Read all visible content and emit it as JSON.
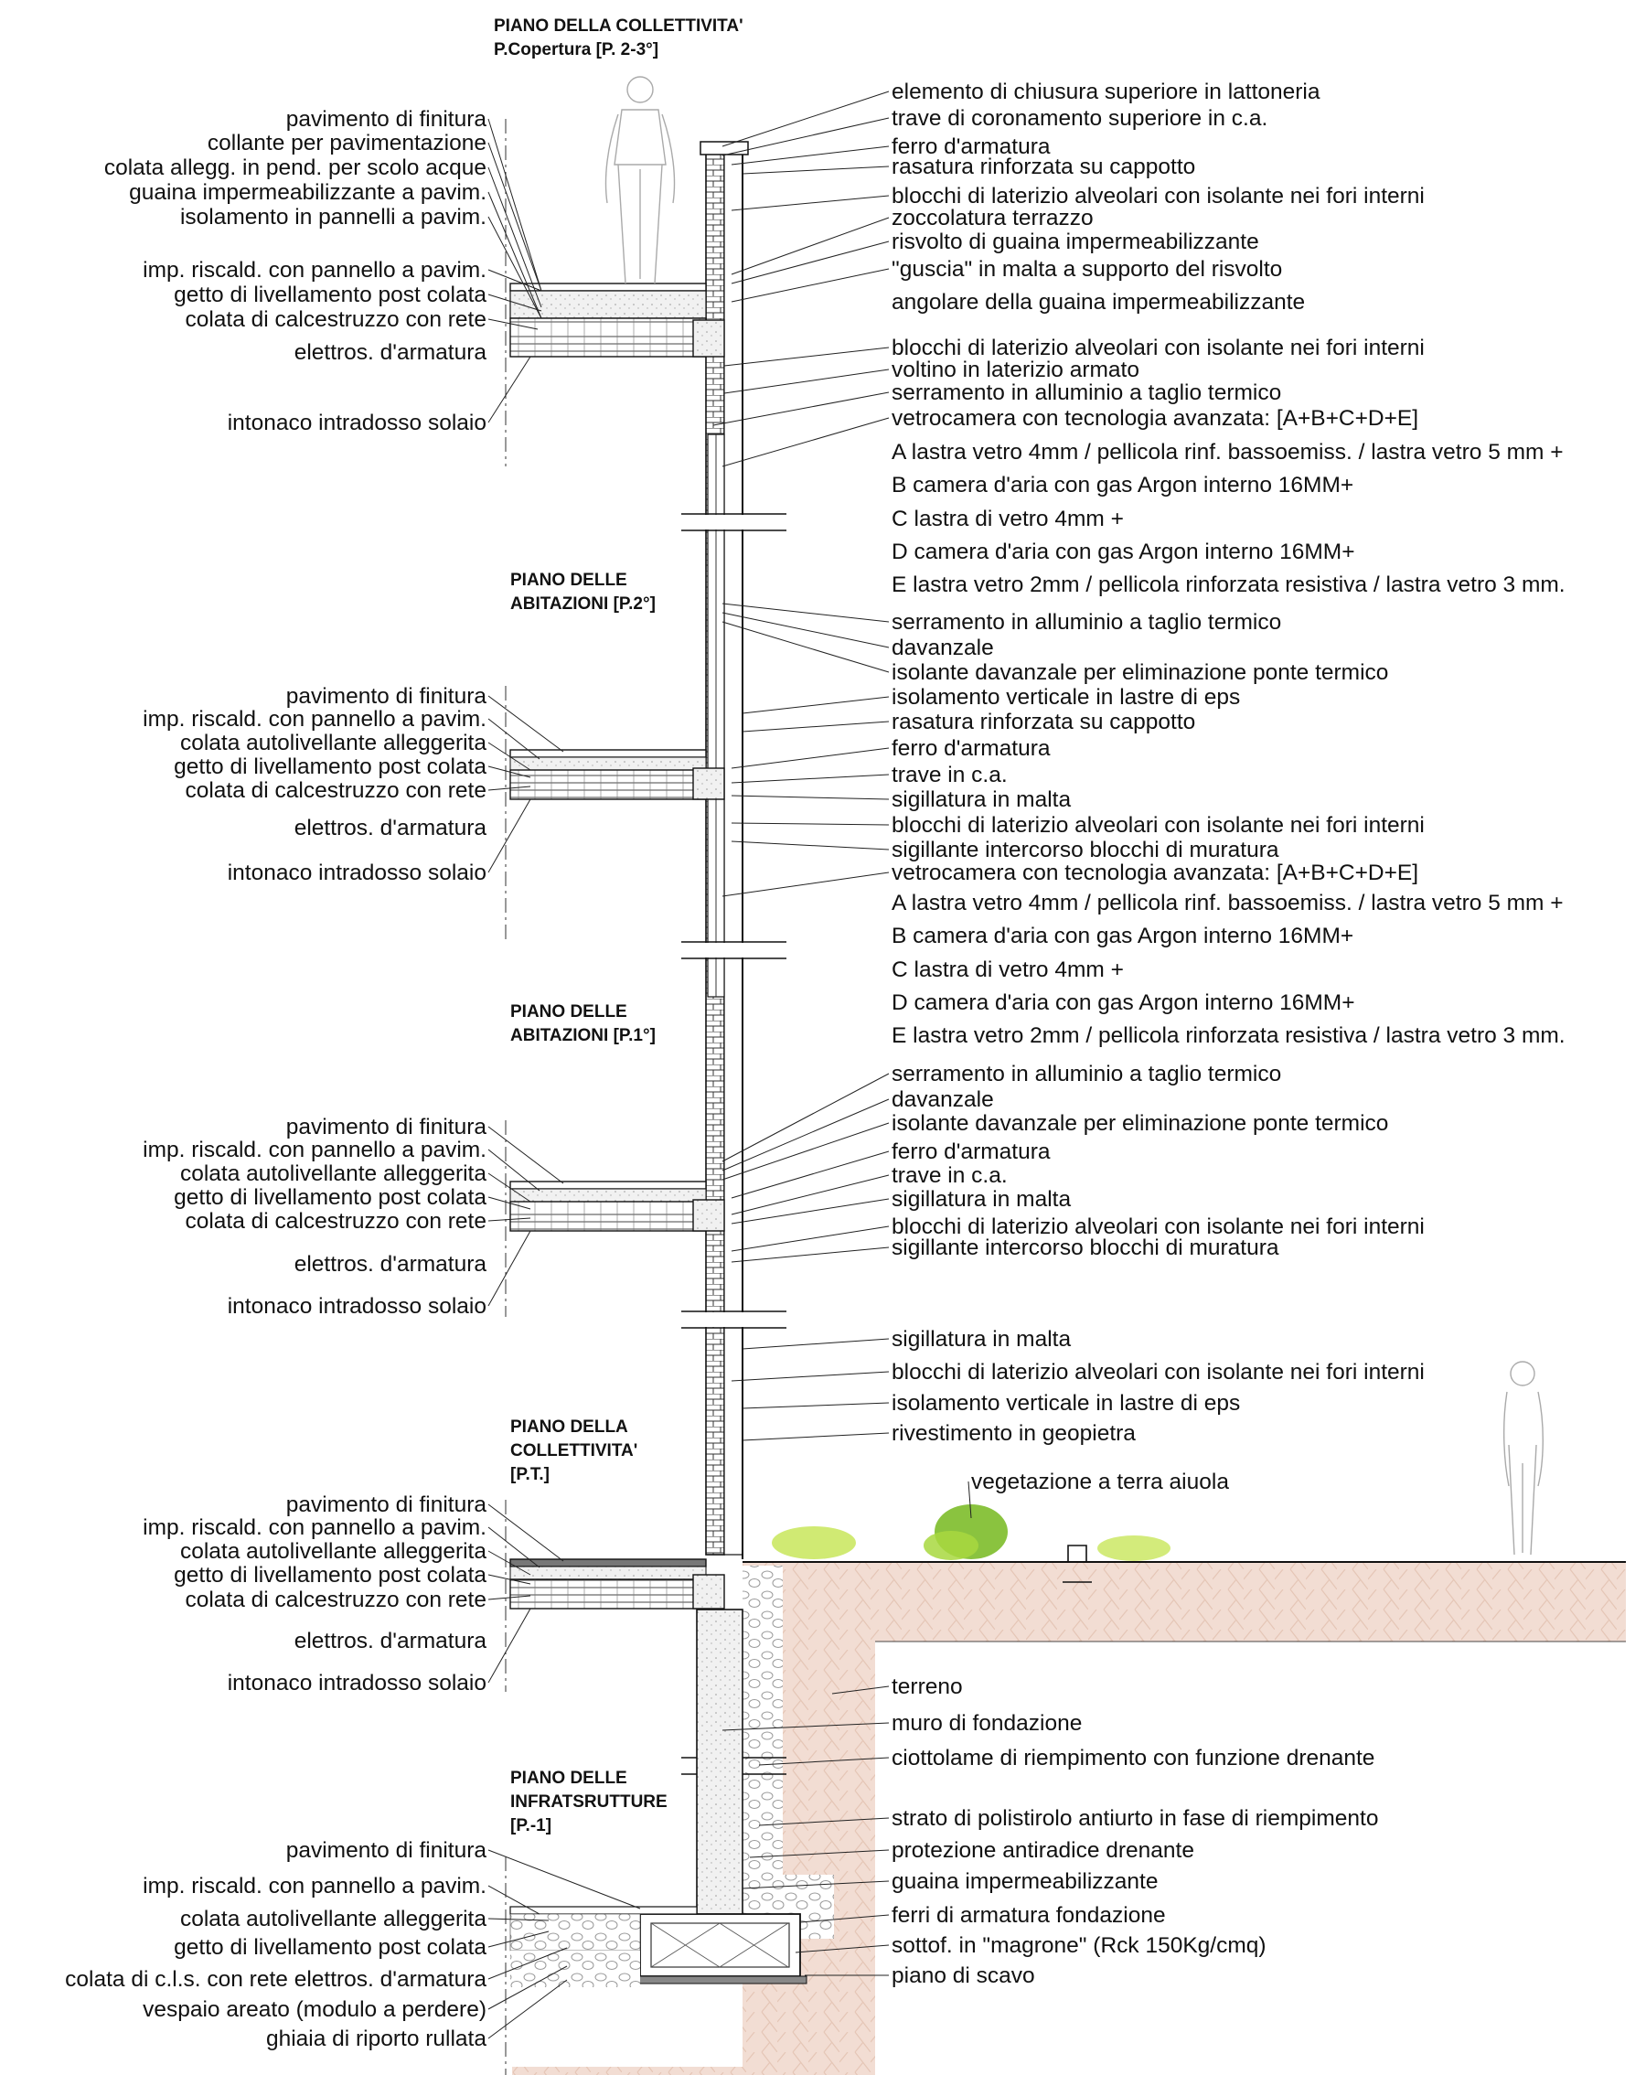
{
  "headers": [
    {
      "lines": [
        "PIANO DELLA COLLETTIVITA'",
        "P.Copertura [P. 2-3°]"
      ]
    },
    {
      "lines": [
        "PIANO DELLE",
        "ABITAZIONI [P.2°]"
      ]
    },
    {
      "lines": [
        "PIANO DELLE",
        "ABITAZIONI [P.1°]"
      ]
    },
    {
      "lines": [
        "PIANO DELLA",
        "COLLETTIVITA'",
        "[P.T.]"
      ]
    },
    {
      "lines": [
        "PIANO DELLE",
        "INFRATSRUTTURE",
        "[P.-1]"
      ]
    }
  ],
  "left_labels": [
    {
      "group": "copertura",
      "items": [
        "pavimento di finitura",
        "collante per pavimentazione",
        "colata allegg. in pend. per scolo acque",
        "guaina impermeabilizzante a pavim.",
        "isolamento  in pannelli a pavim.",
        "imp. riscald. con pannello a pavim.",
        "getto di livellamento post colata",
        "colata di calcestruzzo con rete",
        "elettros. d'armatura",
        "intonaco  intradosso solaio"
      ]
    },
    {
      "group": "piano2",
      "items": [
        "pavimento di finitura",
        "imp. riscald. con pannello a pavim.",
        "colata autolivellante alleggerita",
        "getto di livellamento post colata",
        "colata di calcestruzzo con rete",
        "elettros. d'armatura",
        "intonaco  intradosso solaio"
      ]
    },
    {
      "group": "piano1",
      "items": [
        "pavimento di finitura",
        "imp. riscald. con pannello a pavim.",
        "colata autolivellante alleggerita",
        "getto di livellamento post colata",
        "colata di calcestruzzo con rete",
        "elettros. d'armatura",
        "intonaco  intradosso solaio"
      ]
    },
    {
      "group": "pianoterra",
      "items": [
        "pavimento di finitura",
        "imp. riscald. con pannello a pavim.",
        "colata autolivellante alleggerita",
        "getto di livellamento post colata",
        "colata di calcestruzzo con rete",
        "elettros. d'armatura",
        "intonaco  intradosso solaio"
      ]
    },
    {
      "group": "interrato",
      "items": [
        "pavimento di finitura",
        "imp. riscald. con pannello a pavim.",
        "colata autolivellante alleggerita",
        "getto di livellamento post colata",
        "colata di c.l.s. con rete elettros. d'armatura",
        "vespaio areato (modulo a perdere)",
        "ghiaia di riporto rullata"
      ]
    }
  ],
  "right_labels": [
    {
      "group": "copertura",
      "items": [
        "elemento di chiusura superiore in lattoneria",
        "trave di coronamento superiore in c.a.",
        "ferro d'armatura",
        "rasatura rinforzata su cappotto",
        "blocchi di laterizio alveolari con isolante nei fori interni",
        "zoccolatura terrazzo",
        "risvolto di guaina impermeabilizzante",
        "\"guscia\" in malta a supporto del risvolto",
        "angolare della guaina impermeabilizzante",
        "blocchi di laterizio alveolari con isolante nei fori interni",
        "voltino in laterizio armato",
        "serramento in alluminio a taglio termico",
        "vetrocamera con tecnologia avanzata: [A+B+C+D+E]",
        "A lastra vetro 4mm / pellicola rinf. bassoemiss. / lastra vetro 5 mm +",
        "B camera d'aria con gas Argon interno 16MM+",
        "C lastra di vetro 4mm +",
        "D camera d'aria con gas Argon interno 16MM+",
        "E lastra vetro 2mm / pellicola rinforzata resistiva / lastra vetro 3 mm."
      ]
    },
    {
      "group": "piano2",
      "items": [
        "serramento in alluminio a taglio termico",
        "davanzale",
        "isolante davanzale per eliminazione ponte termico",
        "isolamento verticale in lastre di eps",
        "rasatura rinforzata su cappotto",
        "ferro d'armatura",
        "trave in c.a.",
        "sigillatura in malta",
        "blocchi di laterizio alveolari con isolante nei fori interni",
        "sigillante intercorso blocchi di muratura",
        "vetrocamera con tecnologia avanzata: [A+B+C+D+E]",
        "A lastra vetro 4mm / pellicola rinf. bassoemiss. / lastra vetro 5 mm +",
        "B camera d'aria con gas Argon interno 16MM+",
        "C lastra di vetro 4mm +",
        "D camera d'aria con gas Argon interno 16MM+",
        "E lastra vetro 2mm / pellicola rinforzata resistiva / lastra vetro 3 mm."
      ]
    },
    {
      "group": "piano1",
      "items": [
        "serramento in alluminio a taglio termico",
        "davanzale",
        "isolante davanzale per eliminazione ponte termico",
        "ferro d'armatura",
        "trave in c.a.",
        "sigillatura in malta",
        "blocchi di laterizio alveolari con isolante nei fori interni",
        "sigillante intercorso blocchi di muratura"
      ]
    },
    {
      "group": "pianoterra",
      "items": [
        "sigillatura in malta",
        "blocchi di laterizio alveolari con isolante nei fori interni",
        "isolamento verticale in lastre di eps",
        "rivestimento in geopietra"
      ]
    },
    {
      "group": "esterno",
      "items": [
        "vegetazione a terra aiuola"
      ]
    },
    {
      "group": "fondazione",
      "items": [
        "terreno",
        "muro di fondazione",
        "ciottolame di riempimento con funzione drenante",
        "strato di polistirolo antiurto in fase di riempimento",
        "protezione antiradice drenante",
        "guaina impermeabilizzante",
        "ferri di armatura fondazione",
        "sottof. in \"magrone\" (Rck 150Kg/cmq)",
        "piano di scavo"
      ]
    }
  ],
  "colors": {
    "ink": "#111111",
    "soil": "#f2ddd3",
    "brick": "#ffffff",
    "vegetation": "#b7de45",
    "vegetation_dark": "#7dbd2a",
    "concrete_hatch": "#444444"
  }
}
